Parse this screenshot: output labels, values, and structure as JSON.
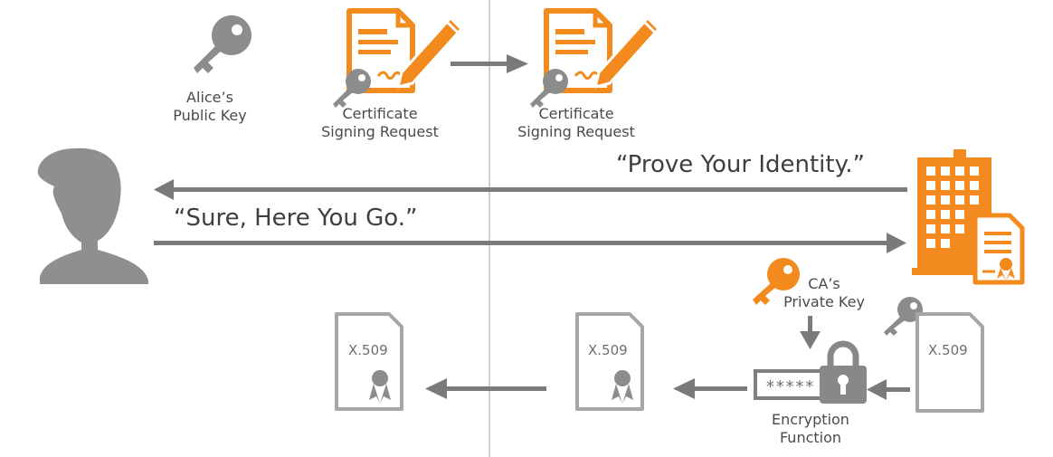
{
  "labels": {
    "alice_key": [
      "Alice’s",
      "Public Key"
    ],
    "csr_left": [
      "Certificate",
      "Signing Request"
    ],
    "csr_right": [
      "Certificate",
      "Signing Request"
    ],
    "prove": "“Prove Your Identity.”",
    "sure": "“Sure, Here You Go.”",
    "ca_key": [
      "CA’s",
      "Private Key"
    ],
    "encryption": [
      "Encryption",
      "Function"
    ],
    "cert_a": "X.509",
    "cert_b": "X.509",
    "cert_c": "X.509",
    "password_mask": "*****"
  },
  "colors": {
    "orange": "#f28a1e",
    "gray": "#808080",
    "gray_light": "#a3a3a3",
    "divider": "#c8c8c8"
  },
  "icons": [
    "key-icon",
    "document-pen-icon",
    "person-icon",
    "building-icon",
    "certificate-icon",
    "padlock-icon",
    "password-field-icon",
    "arrow-icon"
  ]
}
